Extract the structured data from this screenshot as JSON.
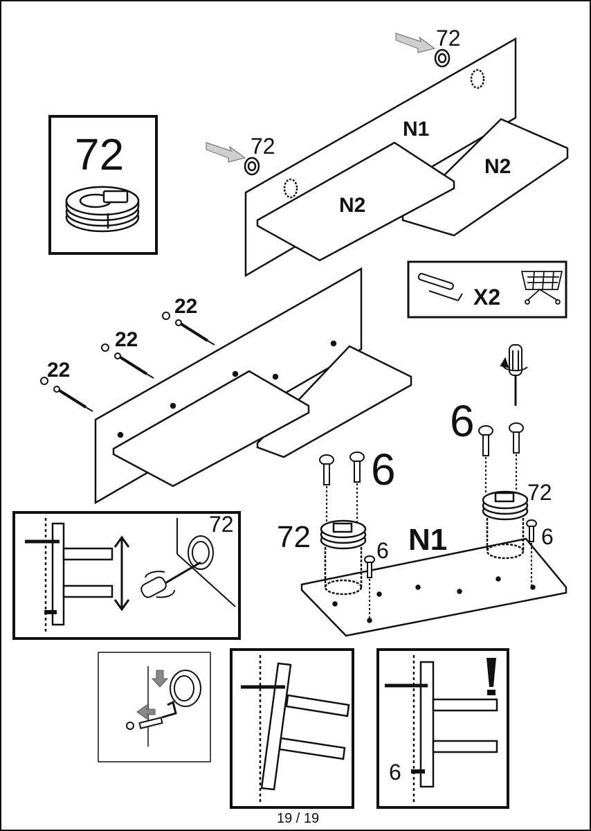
{
  "parts": {
    "fitting_code": "72",
    "screw_code": "6",
    "long_screw_code": "22",
    "panel_back": "N1",
    "panel_shelf": "N2"
  },
  "kit": {
    "quantity": "X2"
  },
  "footer": {
    "page": "19 / 19"
  },
  "colors": {
    "ink": "#111111",
    "paper": "#ffffff",
    "arrow": "#cfcfcf"
  }
}
